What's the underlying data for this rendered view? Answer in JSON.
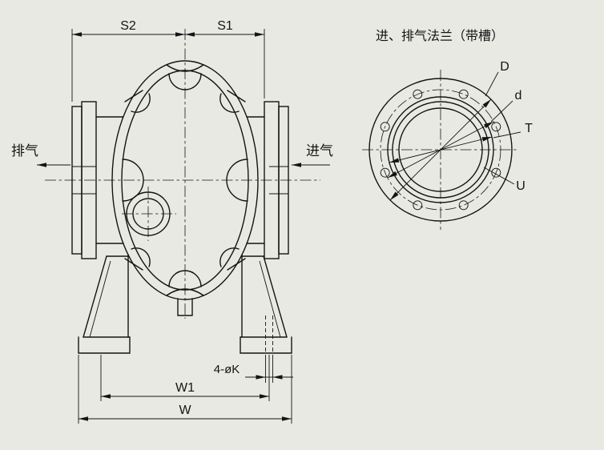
{
  "colors": {
    "background": "#e9e9e4",
    "line": "#141414"
  },
  "front_view": {
    "exhaust_label": "排气",
    "intake_label": "进气",
    "dim_s2": "S2",
    "dim_s1": "S1",
    "dim_k": "4-øK",
    "dim_w1": "W1",
    "dim_w": "W"
  },
  "flange_view": {
    "title": "进、排气法兰（带槽）",
    "dim_D": "D",
    "dim_d": "d",
    "dim_T": "T",
    "dim_U": "U"
  }
}
